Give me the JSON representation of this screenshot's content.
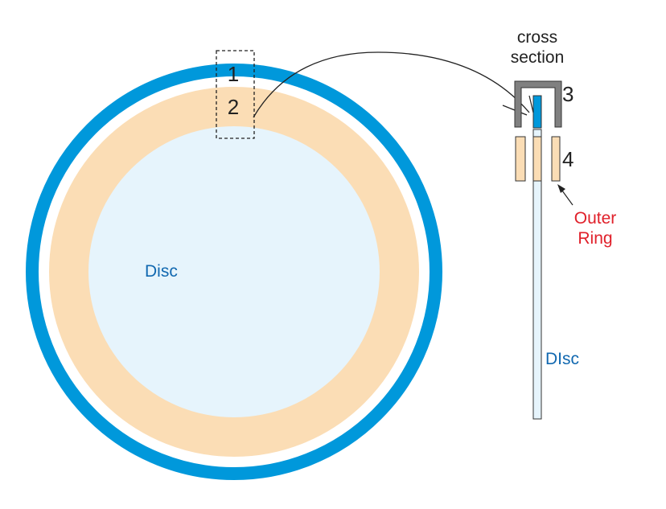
{
  "labels": {
    "marker_1": "1",
    "marker_2": "2",
    "marker_3": "3",
    "marker_4": "4",
    "disc_front": "Disc",
    "disc_side": "DIsc",
    "cross_section_line1": "cross",
    "cross_section_line2": "section",
    "outer_ring_line1": "Outer",
    "outer_ring_line2": "Ring"
  },
  "colors": {
    "outer_blue_ring": "#0098DB",
    "peach_ring": "#FBDDB5",
    "disc_fill": "#E6F4FC",
    "gray_cap": "#808080",
    "outer_ring_label": "#E0202A",
    "disc_label": "#1168B0",
    "line": "#222222"
  }
}
